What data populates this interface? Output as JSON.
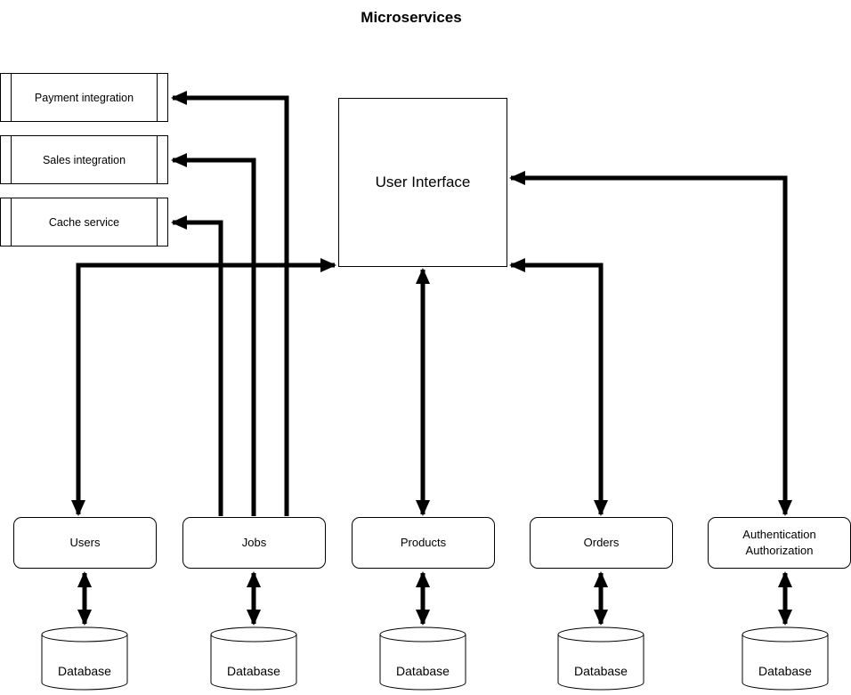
{
  "title": "Microservices",
  "colors": {
    "line": "#000000",
    "background": "#ffffff"
  },
  "integrations": [
    {
      "label": "Payment integration"
    },
    {
      "label": "Sales integration"
    },
    {
      "label": "Cache service"
    }
  ],
  "user_interface": {
    "label": "User Interface"
  },
  "services": [
    {
      "label": "Users"
    },
    {
      "label": "Jobs"
    },
    {
      "label": "Products"
    },
    {
      "label": "Orders"
    },
    {
      "label": "Authentication Authorization"
    }
  ],
  "databases": [
    {
      "label": "Database"
    },
    {
      "label": "Database"
    },
    {
      "label": "Database"
    },
    {
      "label": "Database"
    },
    {
      "label": "Database"
    }
  ]
}
